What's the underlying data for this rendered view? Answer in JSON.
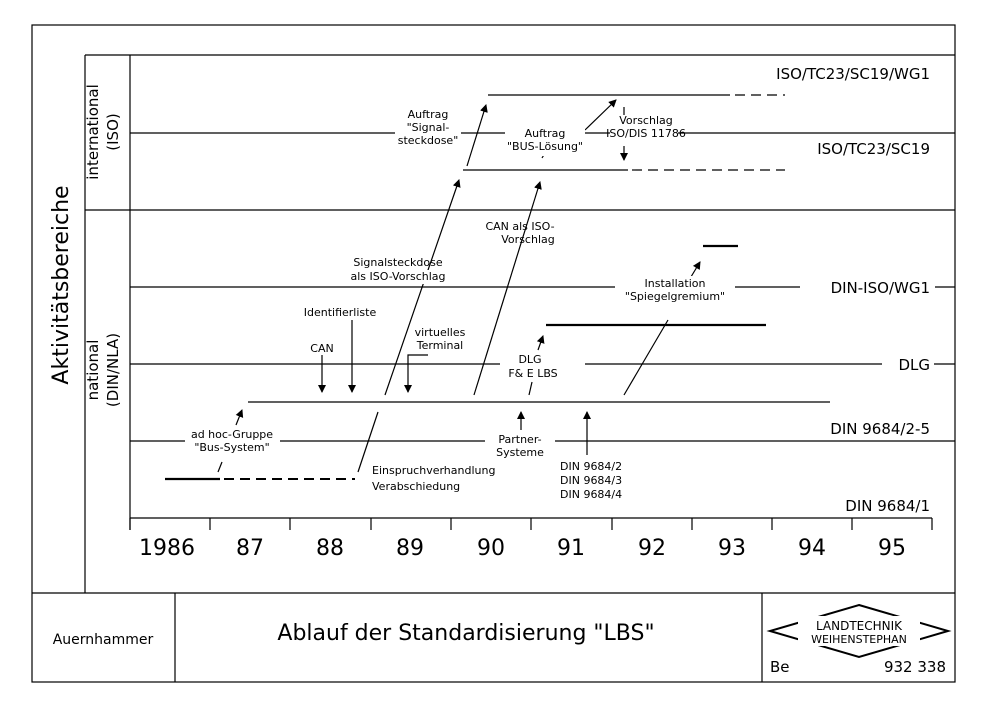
{
  "side": {
    "main": "Aktivitätsbereiche",
    "international": [
      "international",
      "(ISO)"
    ],
    "national": [
      "national",
      "(DIN/NLA)"
    ]
  },
  "levels": [
    "ISO/TC23/SC19/WG1",
    "ISO/TC23/SC19",
    "DIN-ISO/WG1",
    "DLG",
    "DIN  9684/2-5",
    "DIN  9684/1"
  ],
  "years": [
    "1986",
    "87",
    "88",
    "89",
    "90",
    "91",
    "92",
    "93",
    "94",
    "95"
  ],
  "events": {
    "auftrag_signal": [
      "Auftrag",
      "\"Signal-",
      "steckdose\""
    ],
    "auftrag_bus": [
      "Auftrag",
      "\"BUS-Lösung\""
    ],
    "vorschlag": [
      "Vorschlag",
      "ISO/DIS 11786"
    ],
    "can_iso": [
      "CAN als ISO-",
      "Vorschlag"
    ],
    "signal_iso": [
      "Signalsteckdose",
      "als ISO-Vorschlag"
    ],
    "installation": [
      "Installation",
      "\"Spiegelgremium\""
    ],
    "identifier": "Identifierliste",
    "can": "CAN",
    "vt": [
      "virtuelles",
      "Terminal"
    ],
    "dlg": [
      "DLG",
      "F& E   LBS"
    ],
    "adhoc": [
      "ad hoc-Gruppe",
      "\"Bus-System\""
    ],
    "partner": [
      "Partner-",
      "Systeme"
    ],
    "einspruch": [
      "Einspruchverhandlung",
      "Verabschiedung"
    ],
    "din": [
      "DIN  9684/2",
      "DIN  9684/3",
      "DIN  9684/4"
    ]
  },
  "footer": {
    "author": "Auernhammer",
    "title": "Ablauf der Standardisierung \"LBS\"",
    "logo": [
      "LANDTECHNIK",
      "WEIHENSTEPHAN"
    ],
    "code_left": "Be",
    "code_right": "932 338"
  }
}
